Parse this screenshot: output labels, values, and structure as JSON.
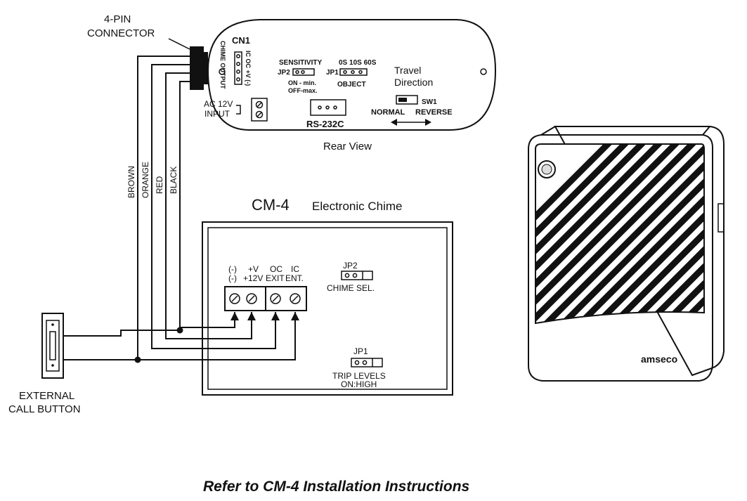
{
  "connector_label": [
    "4-PIN",
    "CONNECTOR"
  ],
  "sensor": {
    "cn1": "CN1",
    "chime_output": "CHIME OUTPUT",
    "cn1_pins": "IC OC +V (-)",
    "sensitivity": "SENSITIVITY",
    "jp2": "JP2",
    "jp2_on": "ON - min.",
    "jp2_off": "OFF-max.",
    "time_header": "0S 10S 60S",
    "jp1": "JP1",
    "object": "OBJECT",
    "travel": "Travel",
    "direction": "Direction",
    "sw1": "SW1",
    "normal": "NORMAL",
    "reverse": "REVERSE",
    "ac_12v": "AC 12V",
    "input": "INPUT",
    "rs232": "RS-232C",
    "rear_view": "Rear View"
  },
  "wires": {
    "brown": "BROWN",
    "orange": "ORANGE",
    "red": "RED",
    "black": "BLACK"
  },
  "chime": {
    "model": "CM-4",
    "name": "Electronic Chime",
    "term_top": [
      "(-)",
      "+V",
      "OC",
      "IC"
    ],
    "term_bottom": [
      "(-)",
      "+12V",
      "EXIT",
      "ENT."
    ],
    "jp2": "JP2",
    "chime_sel": "CHIME SEL.",
    "jp1": "JP1",
    "trip_levels": "TRIP LEVELS",
    "on_high": "ON:HIGH"
  },
  "call_button": [
    "EXTERNAL",
    "CALL BUTTON"
  ],
  "brand": "amseco",
  "caption": "Refer to CM-4 Installation Instructions"
}
